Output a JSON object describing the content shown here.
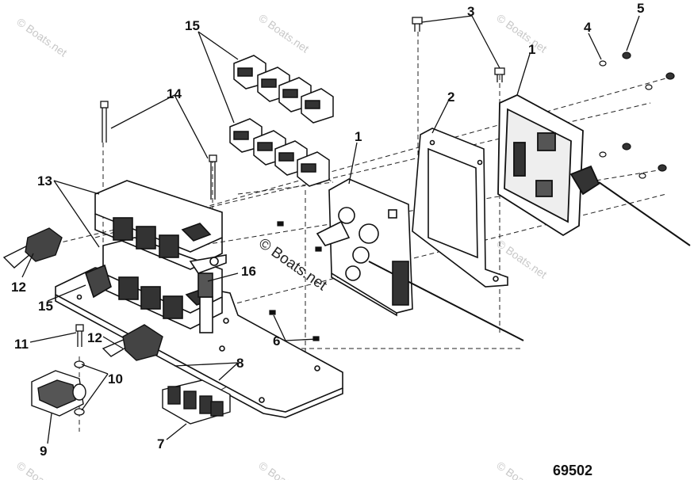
{
  "figure_number": "69502",
  "watermark": {
    "main": "© Boats.net",
    "faint": "© Boats.net"
  },
  "callouts": {
    "c1a": "1",
    "c1b": "1",
    "c2": "2",
    "c3": "3",
    "c4": "4",
    "c5": "5",
    "c6": "6",
    "c7": "7",
    "c8": "8",
    "c9": "9",
    "c10": "10",
    "c11": "11",
    "c12a": "12",
    "c12b": "12",
    "c13": "13",
    "c14": "14",
    "c15a": "15",
    "c15b": "15",
    "c16": "16"
  }
}
